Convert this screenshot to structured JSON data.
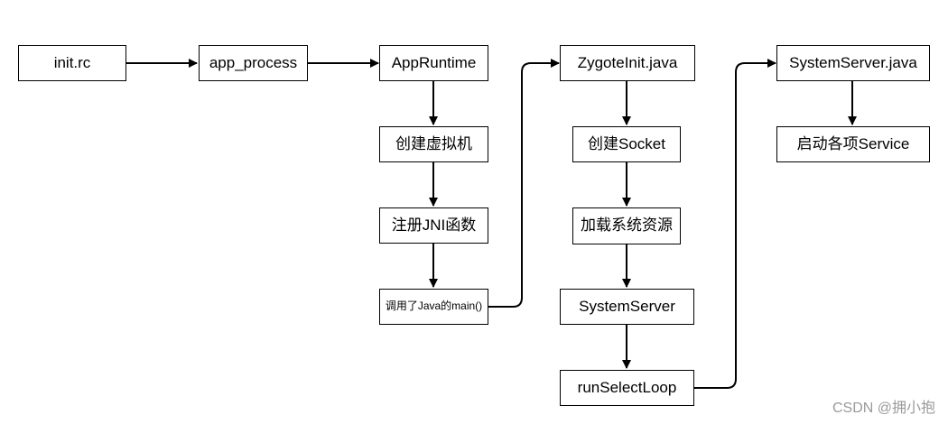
{
  "nodes": {
    "init_rc": "init.rc",
    "app_process": "app_process",
    "app_runtime": "AppRuntime",
    "create_vm": "创建虚拟机",
    "register_jni": "注册JNI函数",
    "call_java_main": "调用了Java的main()",
    "zygote_init": "ZygoteInit.java",
    "create_socket": "创建Socket",
    "load_resources": "加载系统资源",
    "system_server_node": "SystemServer",
    "run_select_loop": "runSelectLoop",
    "system_server_java": "SystemServer.java",
    "start_services": "启动各项Service"
  },
  "watermark": "CSDN @拥小抱"
}
